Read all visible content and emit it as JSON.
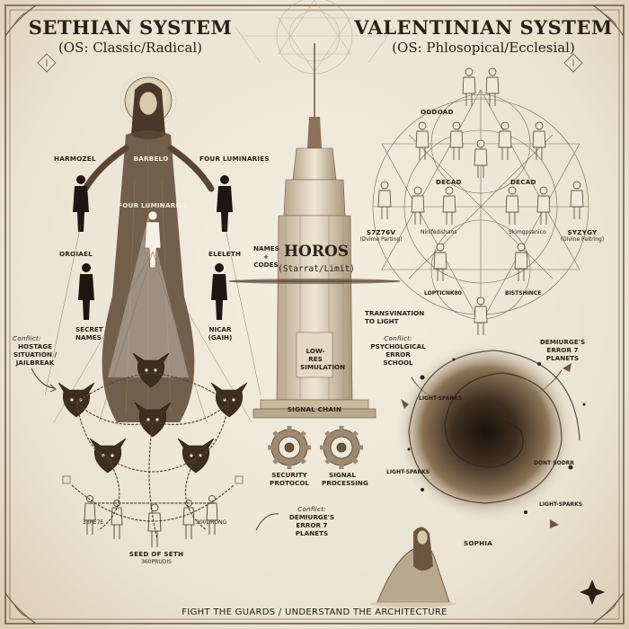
{
  "sethian": {
    "title": "SETHIAN SYSTEM",
    "subtitle": "(OS: Classic/Radical)",
    "figures": {
      "harmozel": "HARMOZEL",
      "barbelo": "BARBELO",
      "four_luminaries_right": "FOUR LUMINARIES",
      "four_luminaries_center": "FOUR LUMINARIES",
      "oroiael": "OROIAEL",
      "eleleth": "ELELETH",
      "secret_names": "SECRET NAMES",
      "nicar": "NICAR (GAIH)",
      "conflict_label": "Conflict:",
      "conflict_text": "HOSTAGE SITUATION / JAILBREAK",
      "left_bottom_label": "33RE7E",
      "right_bottom_label": "300DRONG",
      "seed_title": "SEED OF SETH",
      "seed_code": "360PRUDIS"
    }
  },
  "valentinian": {
    "title": "VALENTINIAN SYSTEM",
    "subtitle": "(OS: Phlosopical/Ecclesial)",
    "labels": {
      "ogdoad": "OGDOAD",
      "decad_left": "DECAD",
      "decad_right": "DECAD",
      "syzygy_left": "S7Z76V",
      "syzygy_left_sub": "(Dvime Parting)",
      "syzygy_right": "SYZYGY",
      "syzygy_right_sub": "(Divine Paltring)",
      "mid_left": "Ninifedishans",
      "mid_right": "Skimgpsanico",
      "low_left": "LOPTICNK80",
      "low_right": "BISTSHINCE",
      "transvination": "TRANSVINATION TO LIGHT",
      "conflict_left_label": "Conflict:",
      "conflict_left_text": "PSYCHOLGICAL ERROR SCHOOL",
      "demiurge_right": "DEMIURGE'S ERROR 7 PLANETS",
      "light_sparks_1": "LIGHT-SPARKS",
      "light_sparks_2": "LIGHT-SPARKS",
      "light_sparks_3": "LIGHT-SPARKS",
      "dont_sodrr": "DONT SODRR",
      "sophia": "SOPHIA"
    }
  },
  "center": {
    "names_codes": "NAMES + CODES",
    "horos_title": "HOROS",
    "horos_sub": "(Starrat/Limit)",
    "low_res": "LOW-RES SIMULATION",
    "signal_chain": "SIGNAL CHAIN",
    "security_protocol": "SECURITY PROTOCOL",
    "signal_processing": "SIGNAL PROCESSING",
    "conflict_label": "Conflict:",
    "conflict_text": "DEMIURGE'S ERROR 7 PLANETS"
  },
  "footer": "FIGHT THE GUARDS / UNDERSTAND THE ARCHITECTURE",
  "colors": {
    "parchment": "#efe7d8",
    "ink": "#2a2018",
    "sepia": "#6b5640",
    "light_ink": "#9c8a72"
  }
}
